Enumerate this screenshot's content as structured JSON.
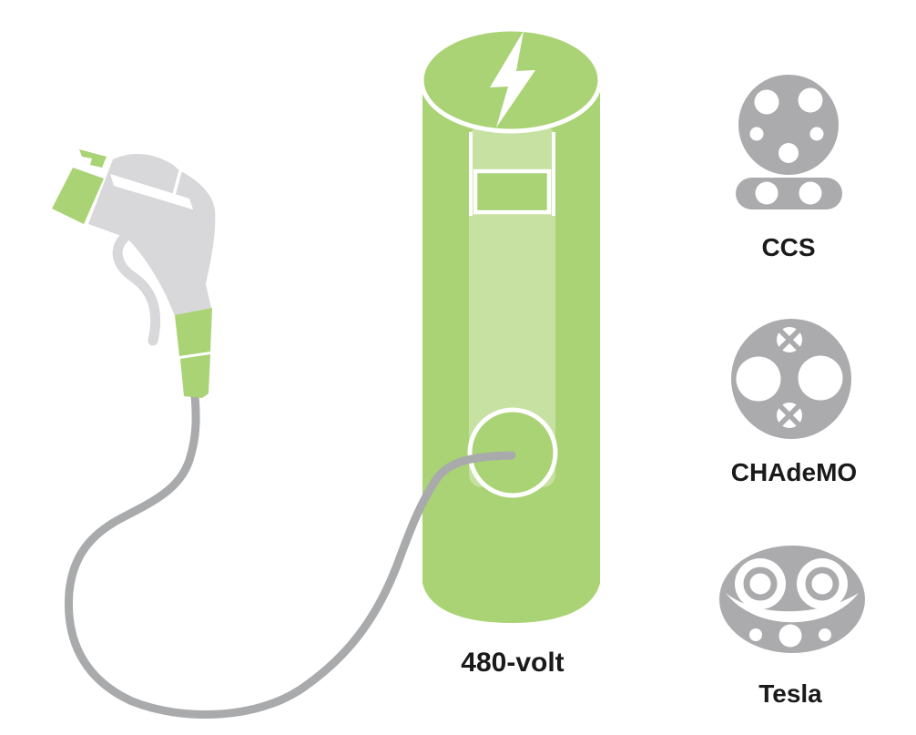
{
  "station": {
    "voltage_label": "480-volt",
    "top_icon": "lightning-bolt"
  },
  "connectors": [
    {
      "id": "ccs",
      "label": "CCS"
    },
    {
      "id": "chademo",
      "label": "CHAdeMO"
    },
    {
      "id": "tesla",
      "label": "Tesla"
    }
  ],
  "colors": {
    "green": "#a9d374",
    "green_light": "#c6e1a1",
    "gray_connector": "#ababad",
    "gray_handle": "#d8d8da",
    "gray_cable": "#a9aaac",
    "label_text": "#1a1a1a",
    "white": "#ffffff"
  }
}
